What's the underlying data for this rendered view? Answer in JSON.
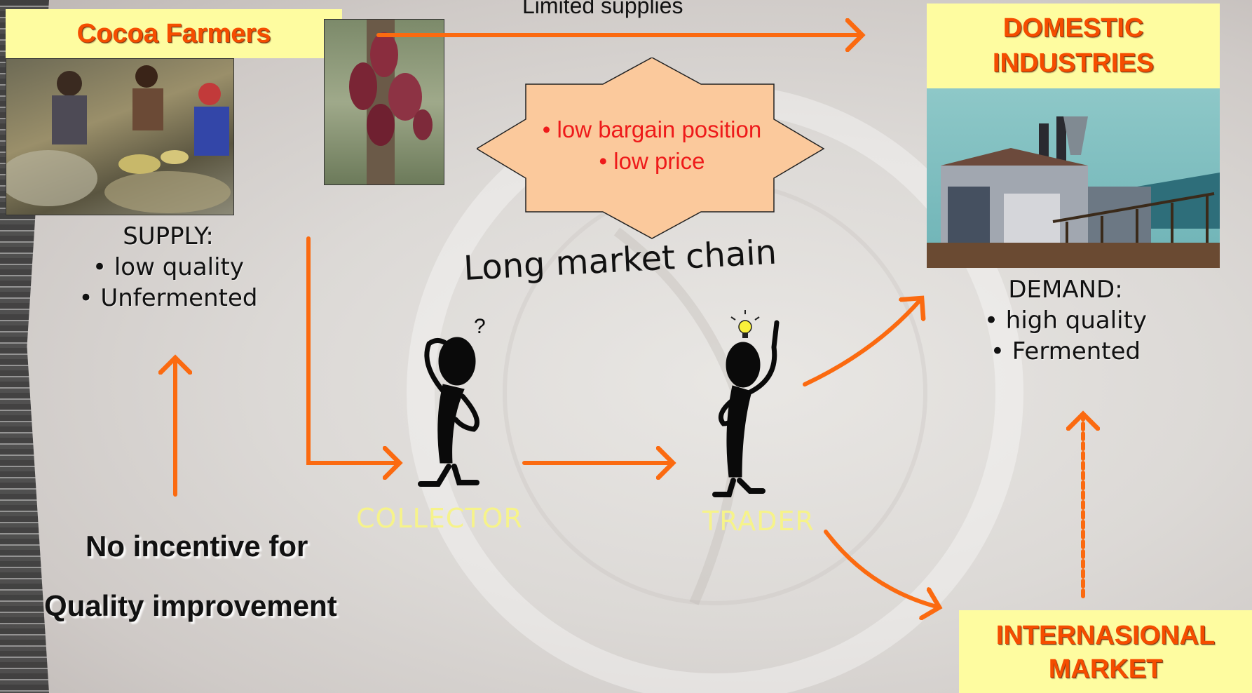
{
  "farmers": {
    "title": "Cocoa Farmers"
  },
  "supply": {
    "heading": "SUPPLY:",
    "items": [
      "• low quality",
      "• Unfermented"
    ]
  },
  "limited_supplies": "Limited supplies",
  "burst": {
    "line1": "• low bargain position",
    "line2": "• low price"
  },
  "chain_label": "Long market chain",
  "collector_label": "COLLECTOR",
  "trader_label": "TRADER",
  "domestic": {
    "line1": "DOMESTIC",
    "line2": "INDUSTRIES"
  },
  "demand": {
    "heading": "DEMAND:",
    "items": [
      "• high quality",
      "• Fermented"
    ]
  },
  "international": {
    "line1": "INTERNASIONAL",
    "line2": "MARKET"
  },
  "no_incentive": {
    "line1": "No incentive for",
    "line2": "Quality improvement"
  },
  "colors": {
    "arrow": "#fb6a10",
    "box": "#fefca0",
    "box_text": "#f54d00",
    "burst_fill": "#fbc99c",
    "burst_text": "#ee1a1a",
    "role_label": "#f6f38a"
  }
}
